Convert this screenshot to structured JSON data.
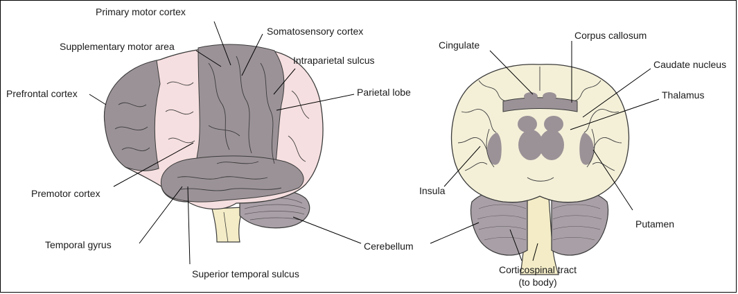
{
  "labels": {
    "primary_motor_cortex": "Primary motor cortex",
    "somatosensory_cortex": "Somatosensory cortex",
    "supplementary_motor_area": "Supplementary motor area",
    "intraparietal_sulcus": "Intraparietal sulcus",
    "prefrontal_cortex": "Prefrontal cortex",
    "parietal_lobe": "Parietal lobe",
    "premotor_cortex": "Premotor cortex",
    "temporal_gyrus": "Temporal gyrus",
    "superior_temporal_sulcus": "Superior temporal sulcus",
    "cerebellum": "Cerebellum",
    "cingulate": "Cingulate",
    "corpus_callosum": "Corpus callosum",
    "caudate_nucleus": "Caudate nucleus",
    "thalamus": "Thalamus",
    "insula": "Insula",
    "putamen": "Putamen",
    "corticospinal_tract_line1": "Corticospinal tract",
    "corticospinal_tract_line2": "(to body)"
  },
  "colors": {
    "cortex_grey": "#9b9297",
    "cortex_pink": "#f6dfe0",
    "white_matter": "#f4f0d8",
    "brainstem": "#f3ecc6",
    "cerebellum": "#a8a0a6",
    "outline": "#3a3a3a"
  }
}
